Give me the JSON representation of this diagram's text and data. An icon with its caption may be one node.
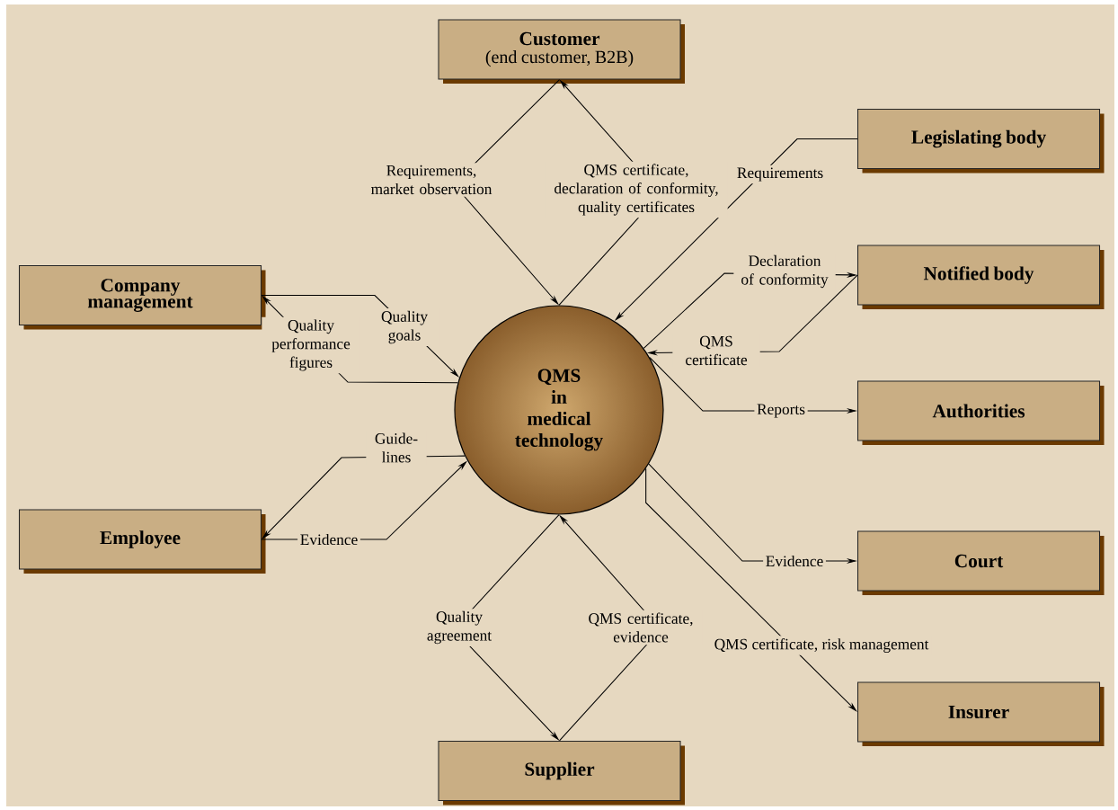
{
  "diagram": {
    "nodes": [
      {
        "text": [
          "Customer",
          "(end customer, B2B)"
        ]
      },
      {
        "text": [
          "Legislating body"
        ]
      },
      {
        "text": [
          "Company management"
        ]
      },
      {
        "text": [
          "Notified body"
        ]
      },
      {
        "text": [
          "QMS in medical technology"
        ]
      },
      {
        "text": [
          "Authorities"
        ]
      },
      {
        "text": [
          "Employee"
        ]
      },
      {
        "text": [
          "Court"
        ]
      },
      {
        "text": [
          "Insurer"
        ]
      },
      {
        "text": [
          "Supplier"
        ]
      }
    ],
    "edges": [
      {
        "from": 0,
        "to": 4,
        "arrow": "to",
        "label": "Requirements, market observation"
      },
      {
        "from": 4,
        "to": 0,
        "arrow": "to",
        "label": "QMS certificate, declaration of conformity, quality certificates"
      },
      {
        "from": 1,
        "to": 4,
        "arrow": "to",
        "label": "Requirements"
      },
      {
        "from": 4,
        "to": 3,
        "arrow": "to",
        "label": "Declaration of conformity"
      },
      {
        "from": 3,
        "to": 4,
        "arrow": "to",
        "label": "QMS certificate"
      },
      {
        "from": 4,
        "to": 5,
        "arrow": "to",
        "label": "Reports"
      },
      {
        "from": 2,
        "to": 4,
        "arrow": "to",
        "label": "Quality goals"
      },
      {
        "from": 4,
        "to": 2,
        "arrow": "to",
        "label": "Quality performance figures"
      },
      {
        "from": 4,
        "to": 6,
        "arrow": "to",
        "label": "Guide-lines"
      },
      {
        "from": 6,
        "to": 4,
        "arrow": "to",
        "label": "Evidence"
      },
      {
        "from": 4,
        "to": 7,
        "arrow": "to",
        "label": "Evidence"
      },
      {
        "from": 4,
        "to": 8,
        "arrow": "to",
        "label": "QMS certificate, risk management"
      },
      {
        "from": 9,
        "to": 4,
        "arrow": "to",
        "label": "QMS certificate, evidence"
      },
      {
        "from": 4,
        "to": 9,
        "arrow": "to",
        "label": "Quality agreement"
      }
    ]
  }
}
